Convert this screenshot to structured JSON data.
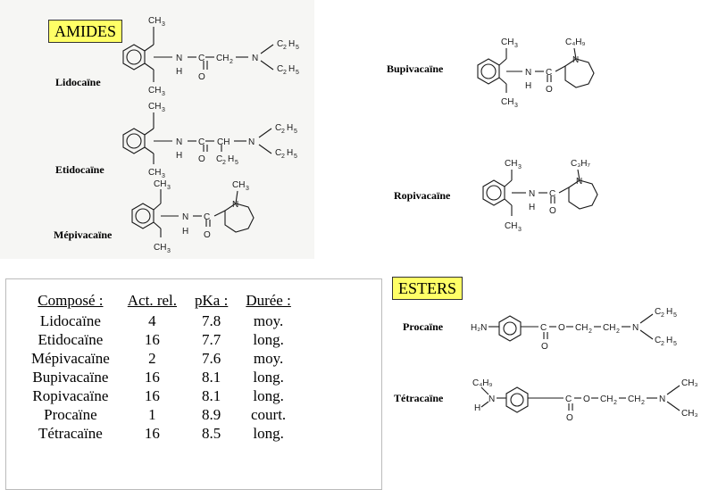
{
  "sections": {
    "amides": "AMIDES",
    "esters": "ESTERS"
  },
  "labels": {
    "lidocaine": "Lidocaïne",
    "etidocaine": "Etidocaïne",
    "mepivacaine": "Mépivacaïne",
    "bupivacaine": "Bupivacaïne",
    "ropivacaine": "Ropivacaïne",
    "procaine": "Procaïne",
    "tetracaine": "Tétracaïne"
  },
  "atoms": {
    "ch3": "CH",
    "three": "3",
    "n": "N",
    "h": "H",
    "c": "C",
    "o": "O",
    "ch2": "CH",
    "two": "2",
    "ch": "CH",
    "c2h5_c": "C",
    "c2h5_2": "2",
    "c2h5_h": "H",
    "c2h5_5": "5",
    "c4h9": "C₄H₉",
    "c3h7": "C₃H₇",
    "c4h9b": "C₄H₉",
    "h2n": "H₂N",
    "ch3b": "CH₃"
  },
  "table": {
    "headers": [
      "Composé :",
      "Act. rel.",
      "pKa :",
      "Durée :"
    ],
    "rows": [
      [
        "Lidocaïne",
        "4",
        "7.8",
        "moy."
      ],
      [
        "Etidocaïne",
        "16",
        "7.7",
        "long."
      ],
      [
        "Mépivacaïne",
        "2",
        "7.6",
        "moy."
      ],
      [
        "Bupivacaïne",
        "16",
        "8.1",
        "long."
      ],
      [
        "Ropivacaïne",
        "16",
        "8.1",
        "long."
      ],
      [
        "Procaïne",
        "1",
        "8.9",
        "court."
      ],
      [
        "Tétracaïne",
        "16",
        "8.5",
        "long."
      ]
    ]
  }
}
